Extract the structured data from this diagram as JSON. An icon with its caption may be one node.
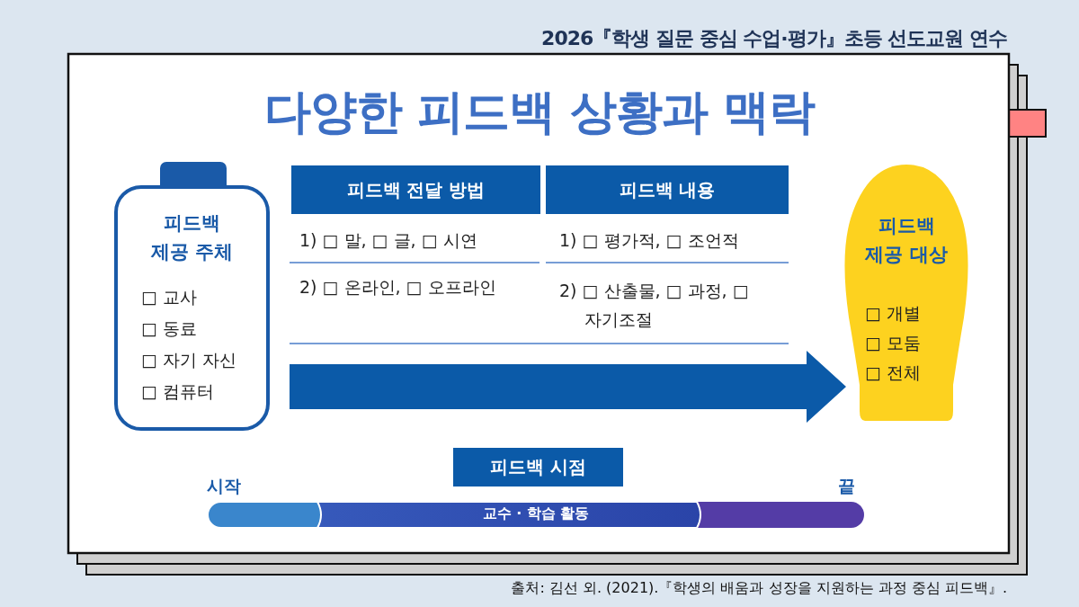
{
  "diagram": {
    "title": "다양한 피드백 상황과 맥락",
    "caption": "출처: 김선 외. (2021).『학생의 배움과 성장을 지원하는 과정 중심 피드백』.",
    "nodes": [
      {
        "text": [
          "피드백 제공 주체",
          "□ 교사",
          "□ 동료",
          "□ 자기 자신",
          "□ 컴퓨터"
        ]
      },
      {
        "text": [
          "피드백 전달 방법"
        ]
      },
      {
        "text": [
          "피드백 내용"
        ]
      },
      {
        "text": [
          "피드백 제공 대상",
          "□ 개별",
          "□ 모둠",
          "□ 전체"
        ]
      },
      {
        "text": [
          "피드백 시점"
        ]
      },
      {
        "text": [
          "교수 · 학습 활동"
        ],
        "beside": [
          "시작",
          "끝"
        ]
      }
    ],
    "edges": [
      {
        "from": null,
        "to": 3,
        "arrow": "to",
        "style": "thick"
      }
    ],
    "labels": [
      "2026『학생 질문 중심 수업·평가』초등 선도교원 연수",
      "1) □ 말, □ 글, □ 시연",
      "1) □ 평가적, □ 조언적",
      "2) □ 온라인, □ 오프라인",
      "2) □ 산출물, □ 과정, □ 자기조절"
    ]
  }
}
